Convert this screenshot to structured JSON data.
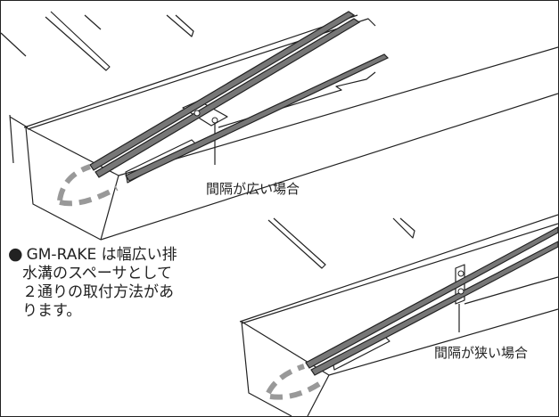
{
  "labels": {
    "wide_case": "間隔が広い場合",
    "narrow_case": "間隔が狭い場合"
  },
  "note": {
    "bullet": "●",
    "line1": "GM-RAKE は幅広い排",
    "line2": "水溝のスペーサとして",
    "line3": "２通りの取付方法があ",
    "line4": "ります。"
  },
  "colors": {
    "line": "#222222",
    "rail_fill": "#777777",
    "dash": "#999999"
  }
}
